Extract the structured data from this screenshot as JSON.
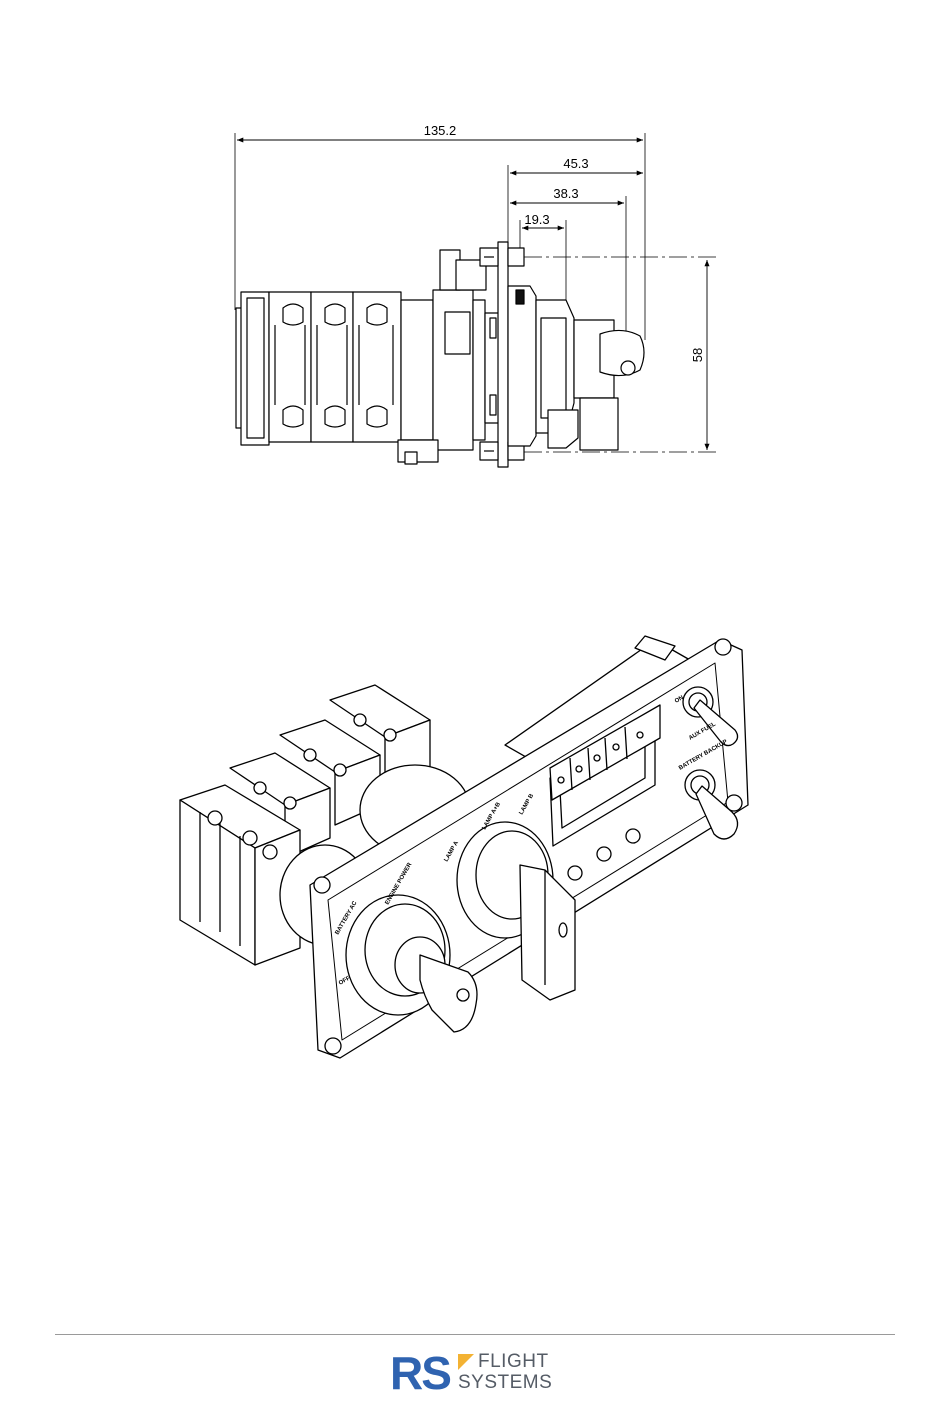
{
  "dimensions": {
    "overall_length": "135.2",
    "front_depth": "45.3",
    "key_depth": "38.3",
    "bezel_depth": "19.3",
    "panel_height": "58"
  },
  "panel_labels": {
    "battery_ac": "BATTERY AC",
    "engine_power": "ENGINE POWER",
    "lamp_a": "LAMP A",
    "lamp_ab": "LAMP A+B",
    "lamp_b": "LAMP B",
    "off": "OFF",
    "on": "ON",
    "aux_fuel": "AUX FUEL",
    "battery_backup": "BATTERY BACKUP"
  },
  "logo": {
    "mark": "RS",
    "line1": "FLIGHT",
    "line2": "SYSTEMS",
    "colors": {
      "mark": "#2f63b0",
      "accent": "#f3b233",
      "text": "#555c66"
    }
  }
}
